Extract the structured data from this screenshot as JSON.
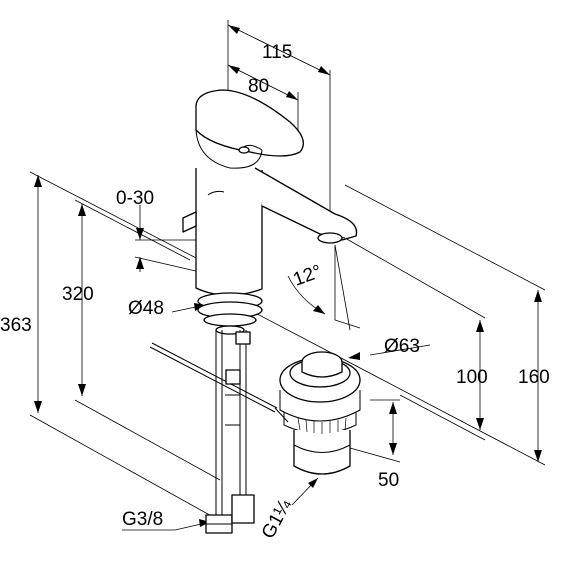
{
  "dimensions": {
    "overall_width": "115",
    "spout_offset": "80",
    "lever_tilt_range": "0-30",
    "spout_swivel": "12°",
    "body_diameter": "Ø48",
    "drain_diameter": "Ø63",
    "total_height": "363",
    "body_height": "320",
    "spout_height": "100",
    "top_height": "160",
    "drain_height": "50",
    "hose_thread": "G3/8",
    "drain_thread": "G1¼"
  }
}
